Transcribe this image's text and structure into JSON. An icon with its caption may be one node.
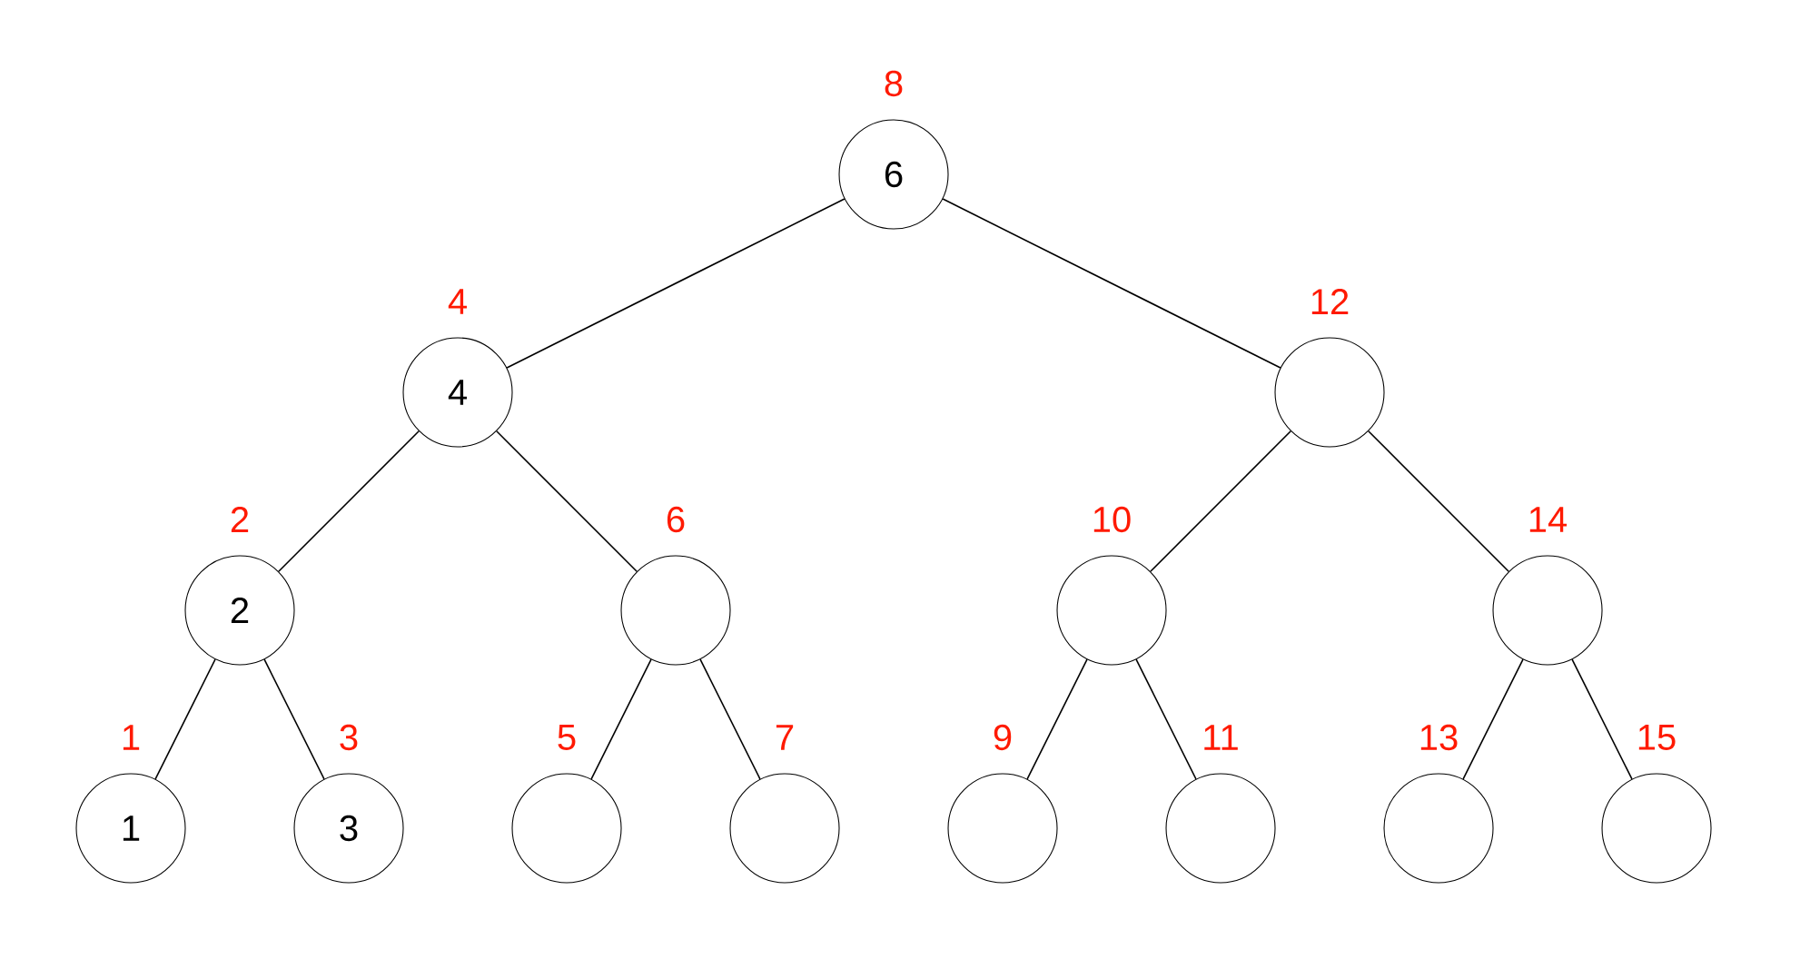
{
  "diagram": {
    "nodes": [
      {
        "text": [
          "6"
        ],
        "beside": [
          "8"
        ]
      },
      {
        "text": [
          "4"
        ],
        "beside": [
          "4"
        ]
      },
      {
        "text": [],
        "shape": "circle",
        "beside": [
          "12"
        ]
      },
      {
        "text": [
          "2"
        ],
        "beside": [
          "2"
        ]
      },
      {
        "text": [],
        "shape": "circle",
        "beside": [
          "6"
        ]
      },
      {
        "text": [],
        "shape": "circle",
        "beside": [
          "10"
        ]
      },
      {
        "text": [],
        "shape": "circle",
        "beside": [
          "14"
        ]
      },
      {
        "text": [
          "1"
        ],
        "beside": [
          "1"
        ]
      },
      {
        "text": [
          "3"
        ],
        "beside": [
          "3"
        ]
      },
      {
        "text": [],
        "shape": "circle",
        "beside": [
          "5"
        ]
      },
      {
        "text": [],
        "shape": "circle",
        "beside": [
          "7"
        ]
      },
      {
        "text": [],
        "shape": "circle",
        "beside": [
          "9"
        ]
      },
      {
        "text": [],
        "shape": "circle",
        "beside": [
          "11"
        ]
      },
      {
        "text": [],
        "shape": "circle",
        "beside": [
          "13"
        ]
      },
      {
        "text": [],
        "shape": "circle",
        "beside": [
          "15"
        ]
      }
    ],
    "edges": [
      {
        "from": 0,
        "to": 1,
        "arrow": "none"
      },
      {
        "from": 0,
        "to": 2,
        "arrow": "none"
      },
      {
        "from": 1,
        "to": 3,
        "arrow": "none"
      },
      {
        "from": 1,
        "to": 4,
        "arrow": "none"
      },
      {
        "from": 2,
        "to": 5,
        "arrow": "none"
      },
      {
        "from": 2,
        "to": 6,
        "arrow": "none"
      },
      {
        "from": 3,
        "to": 7,
        "arrow": "none"
      },
      {
        "from": 3,
        "to": 8,
        "arrow": "none"
      },
      {
        "from": 4,
        "to": 9,
        "arrow": "none"
      },
      {
        "from": 4,
        "to": 10,
        "arrow": "none"
      },
      {
        "from": 5,
        "to": 11,
        "arrow": "none"
      },
      {
        "from": 5,
        "to": 12,
        "arrow": "none"
      },
      {
        "from": 6,
        "to": 13,
        "arrow": "none"
      },
      {
        "from": 6,
        "to": 14,
        "arrow": "none"
      }
    ]
  }
}
